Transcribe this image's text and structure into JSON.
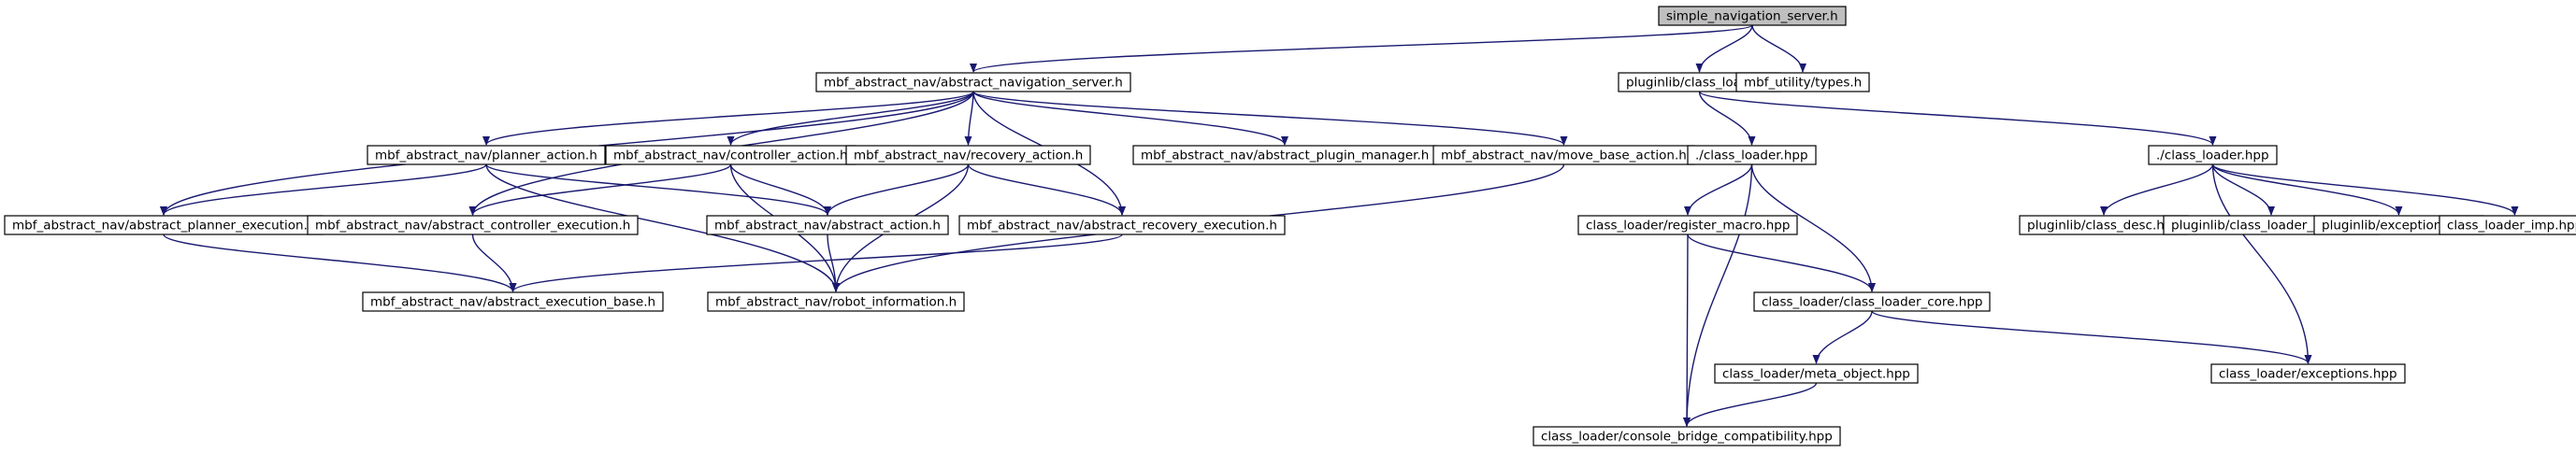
{
  "colors": {
    "root_fill": "#bfbfbf",
    "node_fill": "#ffffff",
    "node_border": "#000000",
    "edge": "#191970"
  },
  "graph": {
    "nodes": [
      {
        "id": "n0",
        "label": "simple_navigation_server.h",
        "root": true
      },
      {
        "id": "n1",
        "label": "mbf_abstract_nav/abstract_navigation_server.h"
      },
      {
        "id": "n2",
        "label": "pluginlib/class_loader.h"
      },
      {
        "id": "n3",
        "label": "mbf_utility/types.h"
      },
      {
        "id": "n4",
        "label": "mbf_abstract_nav/planner_action.h"
      },
      {
        "id": "n5",
        "label": "mbf_abstract_nav/controller_action.h"
      },
      {
        "id": "n6",
        "label": "mbf_abstract_nav/recovery_action.h"
      },
      {
        "id": "n7",
        "label": "mbf_abstract_nav/abstract_plugin_manager.h"
      },
      {
        "id": "n8",
        "label": "mbf_abstract_nav/move_base_action.h"
      },
      {
        "id": "n9",
        "label": "mbf_abstract_nav/abstract_planner_execution.h"
      },
      {
        "id": "n10",
        "label": "mbf_abstract_nav/abstract_controller_execution.h"
      },
      {
        "id": "n11",
        "label": "mbf_abstract_nav/abstract_action.h"
      },
      {
        "id": "n12",
        "label": "mbf_abstract_nav/abstract_recovery_execution.h"
      },
      {
        "id": "n13",
        "label": "mbf_abstract_nav/abstract_execution_base.h"
      },
      {
        "id": "n14",
        "label": "mbf_abstract_nav/robot_information.h"
      },
      {
        "id": "n15",
        "label": "./class_loader.hpp"
      },
      {
        "id": "n16",
        "label": "./class_loader.hpp"
      },
      {
        "id": "n17",
        "label": "class_loader/register_macro.hpp"
      },
      {
        "id": "n18",
        "label": "class_loader/class_loader_core.hpp"
      },
      {
        "id": "n19",
        "label": "class_loader/meta_object.hpp"
      },
      {
        "id": "n20",
        "label": "class_loader/console_bridge_compatibility.hpp"
      },
      {
        "id": "n21",
        "label": "pluginlib/class_desc.hpp"
      },
      {
        "id": "n22",
        "label": "pluginlib/class_loader_base.hpp"
      },
      {
        "id": "n23",
        "label": "pluginlib/exceptions.hpp"
      },
      {
        "id": "n24",
        "label": "class_loader_imp.hpp"
      },
      {
        "id": "n25",
        "label": "class_loader/exceptions.hpp"
      }
    ],
    "edges": [
      [
        "n0",
        "n1"
      ],
      [
        "n0",
        "n2"
      ],
      [
        "n0",
        "n3"
      ],
      [
        "n1",
        "n4"
      ],
      [
        "n1",
        "n5"
      ],
      [
        "n1",
        "n6"
      ],
      [
        "n1",
        "n7"
      ],
      [
        "n1",
        "n8"
      ],
      [
        "n1",
        "n9"
      ],
      [
        "n1",
        "n10"
      ],
      [
        "n1",
        "n12"
      ],
      [
        "n2",
        "n15"
      ],
      [
        "n2",
        "n16"
      ],
      [
        "n4",
        "n9"
      ],
      [
        "n4",
        "n11"
      ],
      [
        "n4",
        "n14"
      ],
      [
        "n5",
        "n10"
      ],
      [
        "n5",
        "n11"
      ],
      [
        "n5",
        "n14"
      ],
      [
        "n6",
        "n11"
      ],
      [
        "n6",
        "n12"
      ],
      [
        "n6",
        "n14"
      ],
      [
        "n8",
        "n14"
      ],
      [
        "n9",
        "n13"
      ],
      [
        "n10",
        "n13"
      ],
      [
        "n12",
        "n13"
      ],
      [
        "n11",
        "n14"
      ],
      [
        "n15",
        "n17"
      ],
      [
        "n15",
        "n18"
      ],
      [
        "n15",
        "n20"
      ],
      [
        "n17",
        "n18"
      ],
      [
        "n17",
        "n20"
      ],
      [
        "n18",
        "n19"
      ],
      [
        "n18",
        "n25"
      ],
      [
        "n19",
        "n20"
      ],
      [
        "n16",
        "n21"
      ],
      [
        "n16",
        "n22"
      ],
      [
        "n16",
        "n23"
      ],
      [
        "n16",
        "n24"
      ],
      [
        "n16",
        "n25"
      ]
    ]
  }
}
